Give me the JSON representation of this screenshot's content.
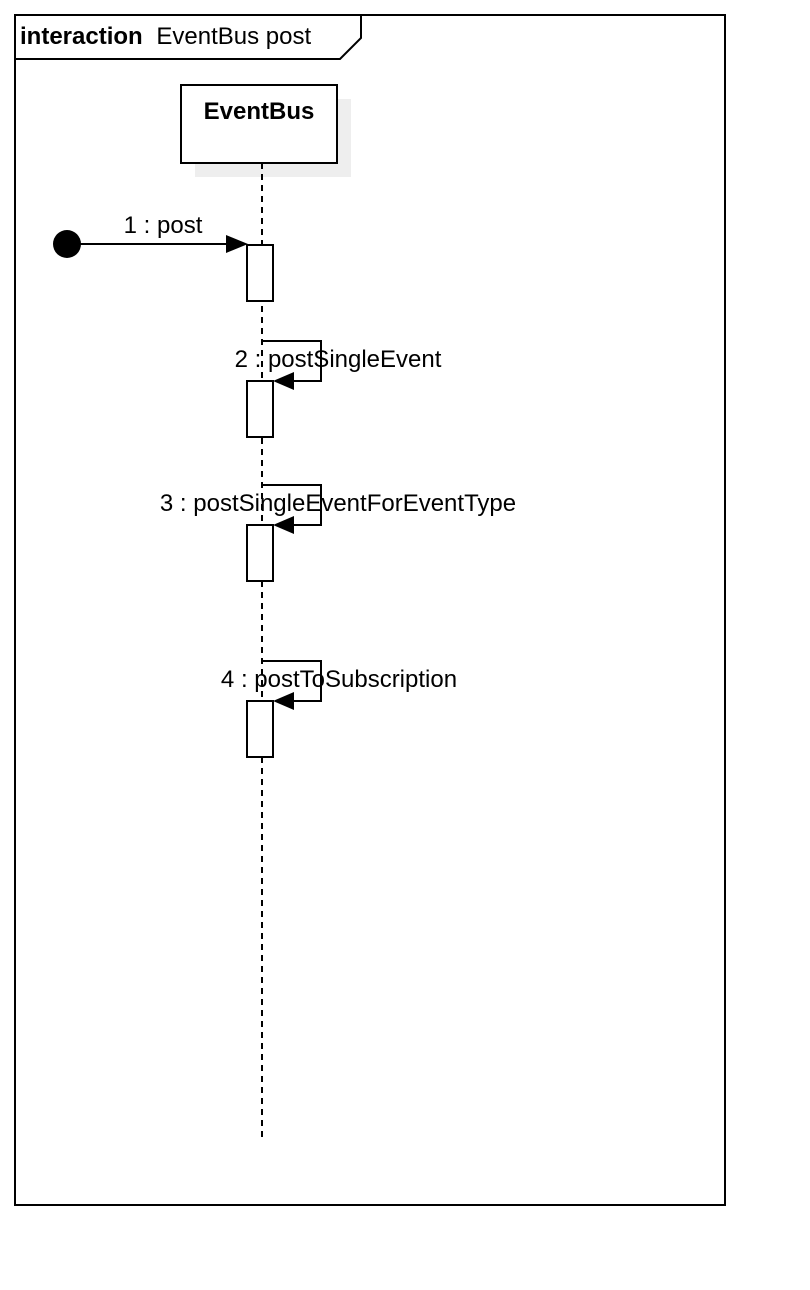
{
  "frame": {
    "keyword": "interaction",
    "name": "EventBus post"
  },
  "lifeline": {
    "name": "EventBus"
  },
  "messages": [
    {
      "label": "1 : post",
      "kind": "found"
    },
    {
      "label": "2 : postSingleEvent",
      "kind": "self"
    },
    {
      "label": "3 : postSingleEventForEventType",
      "kind": "self"
    },
    {
      "label": "4 : postToSubscription",
      "kind": "self"
    }
  ],
  "colors": {
    "stroke": "#000000",
    "shadow": "#eeeeee",
    "background": "#ffffff"
  }
}
